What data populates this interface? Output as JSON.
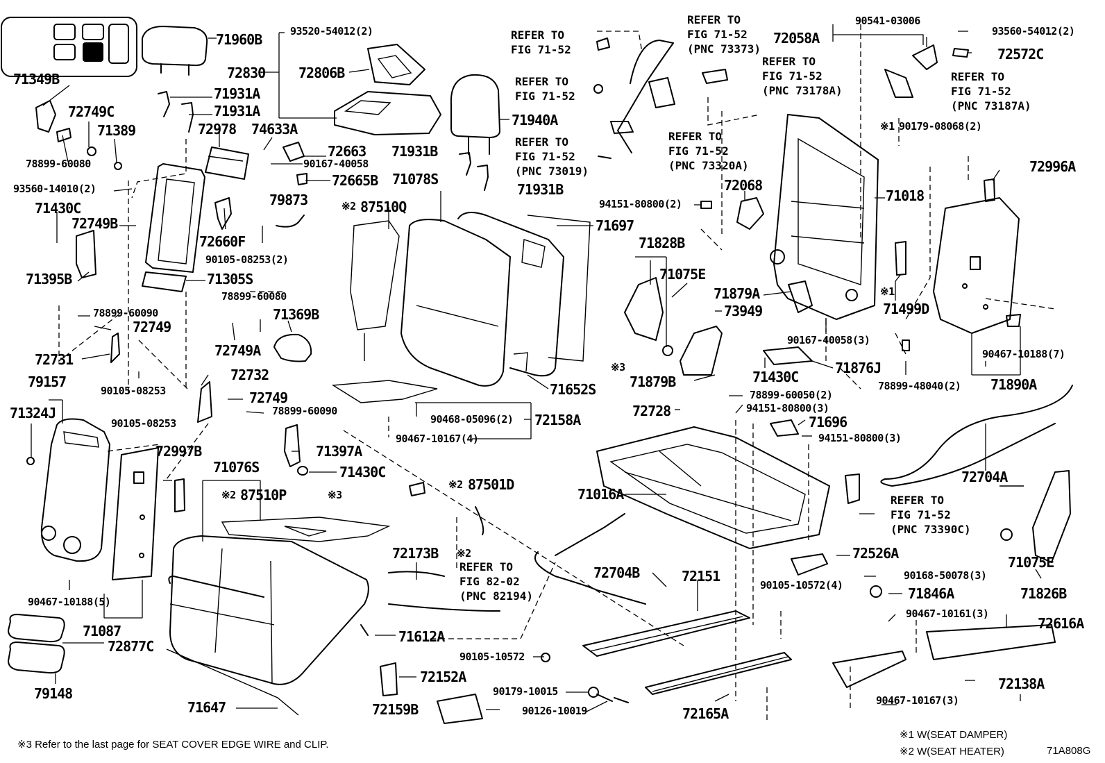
{
  "labels": {
    "p71960B": "71960B",
    "p93520": "93520-54012(2)",
    "p72830": "72830",
    "p72806B": "72806B",
    "p71349B": "71349B",
    "p72749C": "72749C",
    "p71389": "71389",
    "p78899_60080a": "78899-60080",
    "p71931A_1": "71931A",
    "p71931A_2": "71931A",
    "p71940A": "71940A",
    "p72978": "72978",
    "p74633A": "74633A",
    "p72663": "72663",
    "p90167_40058": "90167-40058",
    "p72665B": "72665B",
    "p71931B_1": "71931B",
    "p71931B_2": "71931B",
    "p93560_14010": "93560-14010(2)",
    "p71430C_1": "71430C",
    "p72749B": "72749B",
    "p72660F": "72660F",
    "p79873": "79873",
    "p90105_08253_2": "90105-08253(2)",
    "p71395B": "71395B",
    "p71305S": "71305S",
    "p78899_60090a": "78899-60090",
    "p72749_1": "72749",
    "p78899_60080b": "78899-60080",
    "p71369B": "71369B",
    "p72749A": "72749A",
    "p72731": "72731",
    "p90105_08253a": "90105-08253",
    "p79157": "79157",
    "p72732": "72732",
    "p72749_2": "72749",
    "p78899_60090b": "78899-60090",
    "p71324J": "71324J",
    "p90105_08253b": "90105-08253",
    "p71397A": "71397A",
    "p71430C_2": "71430C",
    "p72997B": "72997B",
    "p71076S": "71076S",
    "p87510P": "87510P",
    "p90467_10188_5": "90467-10188(5)",
    "p71087": "71087",
    "p72877C": "72877C",
    "p79148": "79148",
    "p71647": "71647",
    "p71612A": "71612A",
    "p72173B": "72173B",
    "p72152A": "72152A",
    "p72159B": "72159B",
    "p90105_10572": "90105-10572",
    "p90179_10015": "90179-10015",
    "p90126_10019": "90126-10019",
    "p71078S": "71078S",
    "p87510Q": "87510Q",
    "p71697": "71697",
    "p71652S": "71652S",
    "p90468_05096": "90468-05096(2)",
    "p72158A": "72158A",
    "p90467_10167_4": "90467-10167(4)",
    "p87501D": "87501D",
    "p71828B": "71828B",
    "p71075E_1": "71075E",
    "p73949": "73949",
    "p71879B": "71879B",
    "p71879A": "71879A",
    "p72068": "72068",
    "p94151_80800_2": "94151-80800(2)",
    "p72058A": "72058A",
    "p90541_03006": "90541-03006",
    "p93560_54012": "93560-54012(2)",
    "p72572C": "72572C",
    "p90179_08068": "90179-08068(2)",
    "p71018": "71018",
    "p72996A": "72996A",
    "p71499D": "71499D",
    "p90167_40058_3": "90167-40058(3)",
    "p78899_48040": "78899-48040(2)",
    "p90467_10188_7": "90467-10188(7)",
    "p71890A": "71890A",
    "p71430C_3": "71430C",
    "p71876J": "71876J",
    "p78899_60050": "78899-60050(2)",
    "p94151_80800_3a": "94151-80800(3)",
    "p72728": "72728",
    "p71696": "71696",
    "p94151_80800_3b": "94151-80800(3)",
    "p71016A": "71016A",
    "p72704A": "72704A",
    "p72704B": "72704B",
    "p72151": "72151",
    "p72526A": "72526A",
    "p90105_10572_4": "90105-10572(4)",
    "p90168_50078": "90168-50078(3)",
    "p71846A": "71846A",
    "p71075E_2": "71075E",
    "p71826B": "71826B",
    "p90467_10161": "90467-10161(3)",
    "p72616A": "72616A",
    "p72138A": "72138A",
    "p90467_10167_3": "90467-10167(3)",
    "p72165A": "72165A"
  },
  "marks": {
    "m1": "※1",
    "m2": "※2",
    "m3": "※3"
  },
  "refs": {
    "r1": "REFER TO\nFIG 71-52",
    "r2": "REFER TO\nFIG 71-52",
    "r3": "REFER TO\nFIG 71-52\n(PNC 73019)",
    "r4": "REFER TO\nFIG 71-52\n(PNC 73373)",
    "r5": "REFER TO\nFIG 71-52\n(PNC 73178A)",
    "r6": "REFER TO\nFIG 71-52\n(PNC 73320A)",
    "r7": "REFER TO\nFIG 71-52\n(PNC 73187A)",
    "r8": "REFER TO\nFIG 71-52\n(PNC 73390C)",
    "r9": "REFER TO\nFIG 82-02\n(PNC 82194)"
  },
  "notes": {
    "note3": "※3 Refer to the last page for SEAT COVER EDGE WIRE and CLIP.",
    "note1": "※1 W(SEAT DAMPER)",
    "note2": "※2 W(SEAT HEATER)",
    "figure_code": "71A808G"
  },
  "icons": [
    "seat-layout-icon"
  ]
}
